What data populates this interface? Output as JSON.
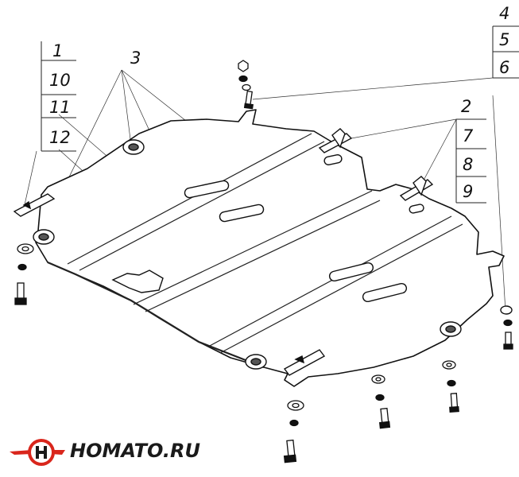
{
  "diagram": {
    "callouts": {
      "left_column": [
        "1",
        "10",
        "11",
        "12"
      ],
      "top_label": "3",
      "right_column": [
        "4",
        "5",
        "6"
      ],
      "middle_column": [
        "2",
        "7",
        "8",
        "9"
      ]
    }
  },
  "brand": {
    "name": "HOMATO.RU",
    "accent_color": "#d9261c",
    "dark_color": "#1a1a1a"
  }
}
